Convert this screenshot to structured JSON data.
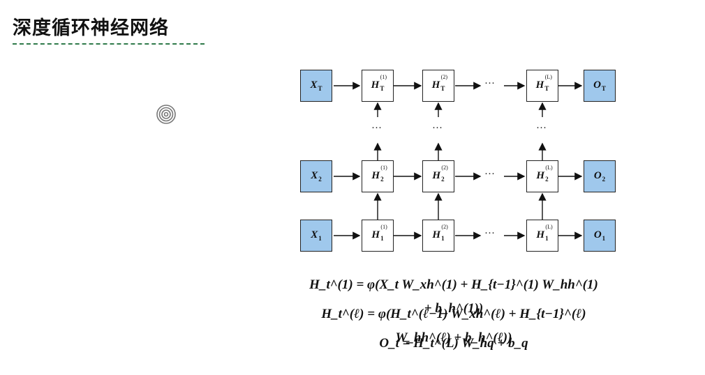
{
  "slide": {
    "title": "深度循环神经网络"
  },
  "diagram": {
    "inputs": [
      {
        "base": "X",
        "sub": "T"
      },
      {
        "base": "X",
        "sub": "2"
      },
      {
        "base": "X",
        "sub": "1"
      }
    ],
    "hidden_rows": [
      [
        {
          "base": "H",
          "sub": "T",
          "sup": "(1)"
        },
        {
          "base": "H",
          "sub": "T",
          "sup": "(2)"
        },
        {
          "base": "H",
          "sub": "T",
          "sup": "(L)"
        }
      ],
      [
        {
          "base": "H",
          "sub": "2",
          "sup": "(1)"
        },
        {
          "base": "H",
          "sub": "2",
          "sup": "(2)"
        },
        {
          "base": "H",
          "sub": "2",
          "sup": "(L)"
        }
      ],
      [
        {
          "base": "H",
          "sub": "1",
          "sup": "(1)"
        },
        {
          "base": "H",
          "sub": "1",
          "sup": "(2)"
        },
        {
          "base": "H",
          "sub": "1",
          "sup": "(L)"
        }
      ]
    ],
    "outputs": [
      {
        "base": "O",
        "sub": "T"
      },
      {
        "base": "O",
        "sub": "2"
      },
      {
        "base": "O",
        "sub": "1"
      }
    ],
    "ellipsis": "···",
    "input_color": "#9fc8ec"
  },
  "equations": [
    "H_t^(1) = φ(X_t W_xh^(1) + H_{t−1}^(1) W_hh^(1) + b_h^(1))",
    "H_t^(ℓ) = φ(H_t^(ℓ−1) W_xh^(ℓ) + H_{t−1}^(ℓ) W_hh^(ℓ) + b_h^(ℓ))",
    "O_t = H_t^(L) W_hq + b_q"
  ]
}
